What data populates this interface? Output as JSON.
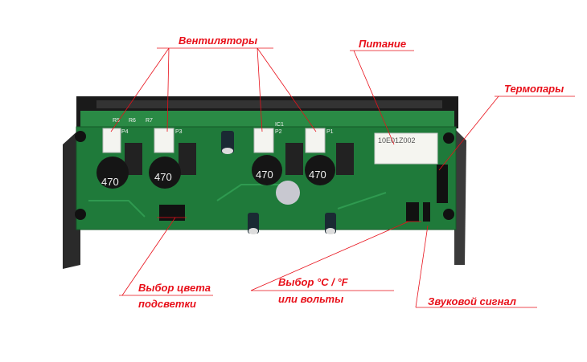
{
  "annotations": {
    "fans": "Вентиляторы",
    "power": "Питание",
    "thermocouples": "Термопары",
    "backlight_line1": "Выбор цвета",
    "backlight_line2": "подсветки",
    "units_line1": "Выбор °C / °F",
    "units_line2": "или вольты",
    "buzzer": "Звуковой сигнал"
  },
  "board_silkscreen": {
    "p1": "P1",
    "p2": "P2",
    "p3": "P3",
    "p4": "P4",
    "ic1": "IC1",
    "r5": "R5",
    "r6": "R6",
    "r7": "R7",
    "inductor": "470",
    "power_connector": "10E01Z002"
  },
  "colors": {
    "annotation": "#e8101a",
    "pcb": "#1f7a3a",
    "bezel": "#1a1a1a"
  }
}
